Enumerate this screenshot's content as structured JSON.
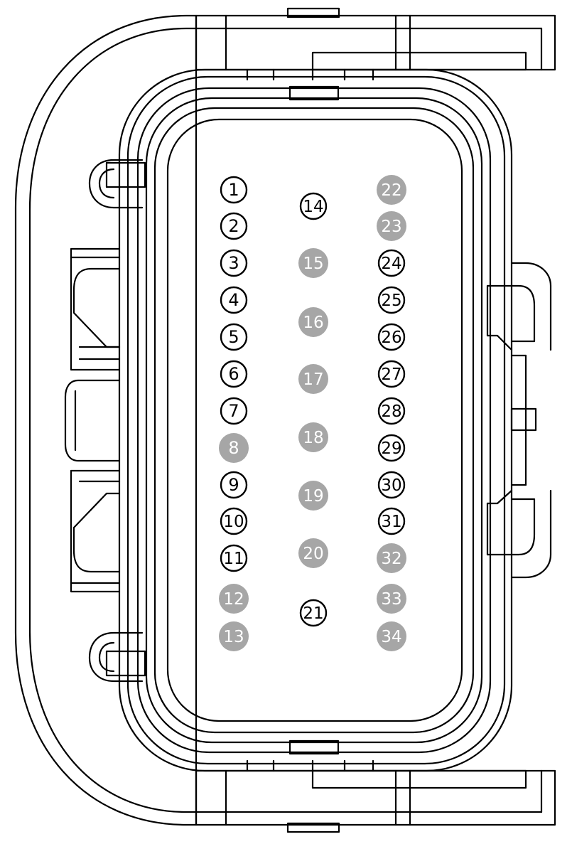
{
  "colors": {
    "line": "#000000",
    "background": "#ffffff",
    "pin_filled": "#a6a6a6",
    "pin_text_on_filled": "#ffffff"
  },
  "pins": [
    {
      "label": "1",
      "filled": false
    },
    {
      "label": "2",
      "filled": false
    },
    {
      "label": "3",
      "filled": false
    },
    {
      "label": "4",
      "filled": false
    },
    {
      "label": "5",
      "filled": false
    },
    {
      "label": "6",
      "filled": false
    },
    {
      "label": "7",
      "filled": false
    },
    {
      "label": "8",
      "filled": true
    },
    {
      "label": "9",
      "filled": false
    },
    {
      "label": "10",
      "filled": false
    },
    {
      "label": "11",
      "filled": false
    },
    {
      "label": "12",
      "filled": true
    },
    {
      "label": "13",
      "filled": true
    },
    {
      "label": "14",
      "filled": false
    },
    {
      "label": "15",
      "filled": true
    },
    {
      "label": "16",
      "filled": true
    },
    {
      "label": "17",
      "filled": true
    },
    {
      "label": "18",
      "filled": true
    },
    {
      "label": "19",
      "filled": true
    },
    {
      "label": "20",
      "filled": true
    },
    {
      "label": "21",
      "filled": false
    },
    {
      "label": "22",
      "filled": true
    },
    {
      "label": "23",
      "filled": true
    },
    {
      "label": "24",
      "filled": false
    },
    {
      "label": "25",
      "filled": false
    },
    {
      "label": "26",
      "filled": false
    },
    {
      "label": "27",
      "filled": false
    },
    {
      "label": "28",
      "filled": false
    },
    {
      "label": "29",
      "filled": false
    },
    {
      "label": "30",
      "filled": false
    },
    {
      "label": "31",
      "filled": false
    },
    {
      "label": "32",
      "filled": true
    },
    {
      "label": "33",
      "filled": true
    },
    {
      "label": "34",
      "filled": true
    }
  ]
}
